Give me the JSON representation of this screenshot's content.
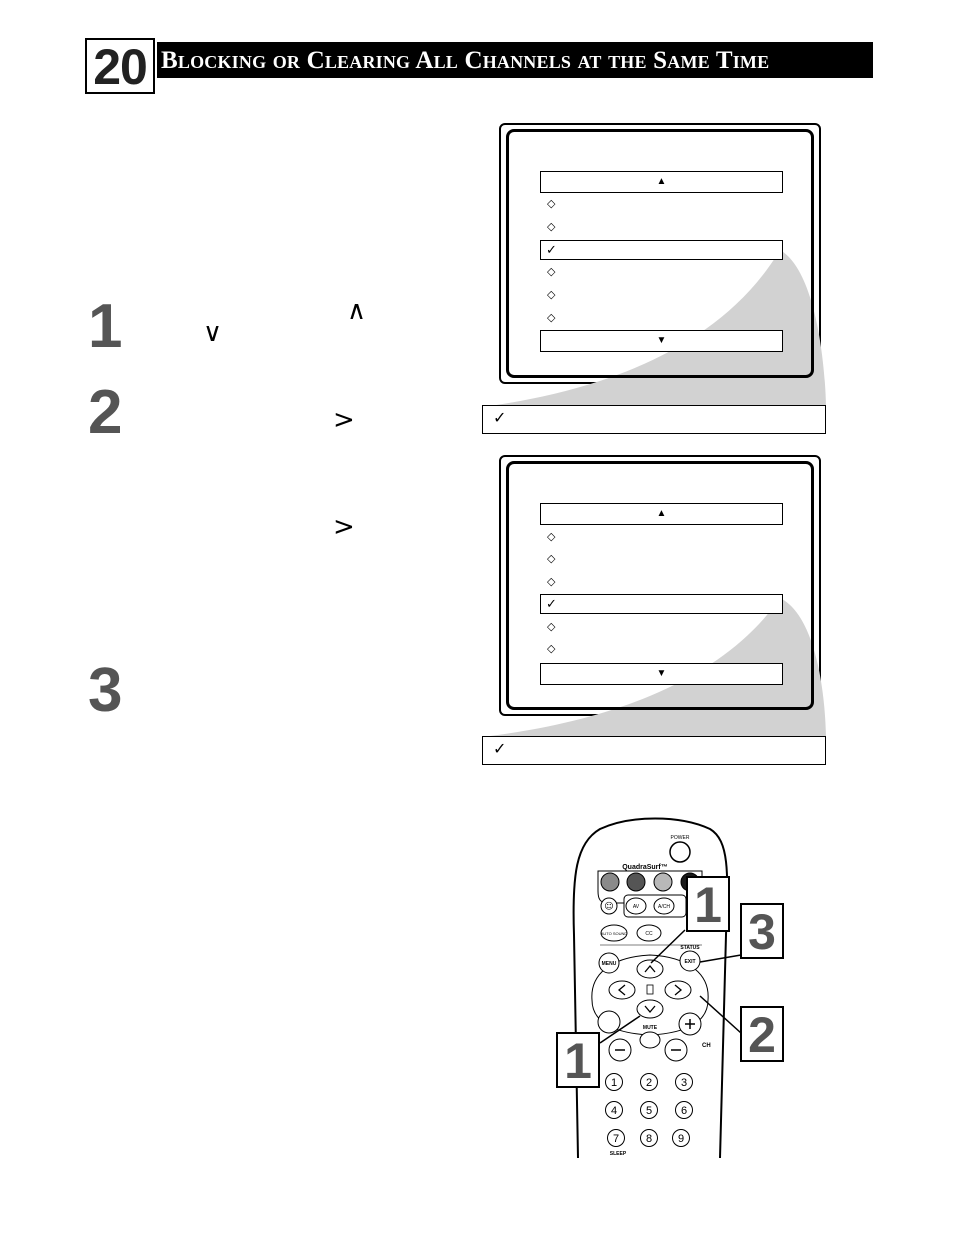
{
  "header": {
    "page_number": "20",
    "title": "Blocking or Clearing All Channels at the Same Time"
  },
  "steps": {
    "step1": "1",
    "step2": "2",
    "step3": "3"
  },
  "arrows": {
    "up": "∧",
    "down": "∨",
    "right1": ">",
    "right2": ">"
  },
  "screens": {
    "up_marker": "▲",
    "down_marker": "▼",
    "item_marker": "◇",
    "check_marker": "✓"
  },
  "remote": {
    "power_label": "POWER",
    "brand_label": "QuadraSurf™",
    "av_label": "AV",
    "ach_label": "A/CH",
    "auto_sound_label": "AUTO SOUND",
    "cc_label": "CC",
    "status_label": "STATUS",
    "menu_label": "MENU",
    "exit_label": "EXIT",
    "mute_label": "MUTE",
    "ch_label": "CH",
    "sleep_label": "SLEEP",
    "keys": [
      "1",
      "2",
      "3",
      "4",
      "5",
      "6",
      "7",
      "8",
      "9"
    ]
  },
  "callouts": {
    "c1_top": "1",
    "c3": "3",
    "c2": "2",
    "c1_bottom": "1"
  }
}
